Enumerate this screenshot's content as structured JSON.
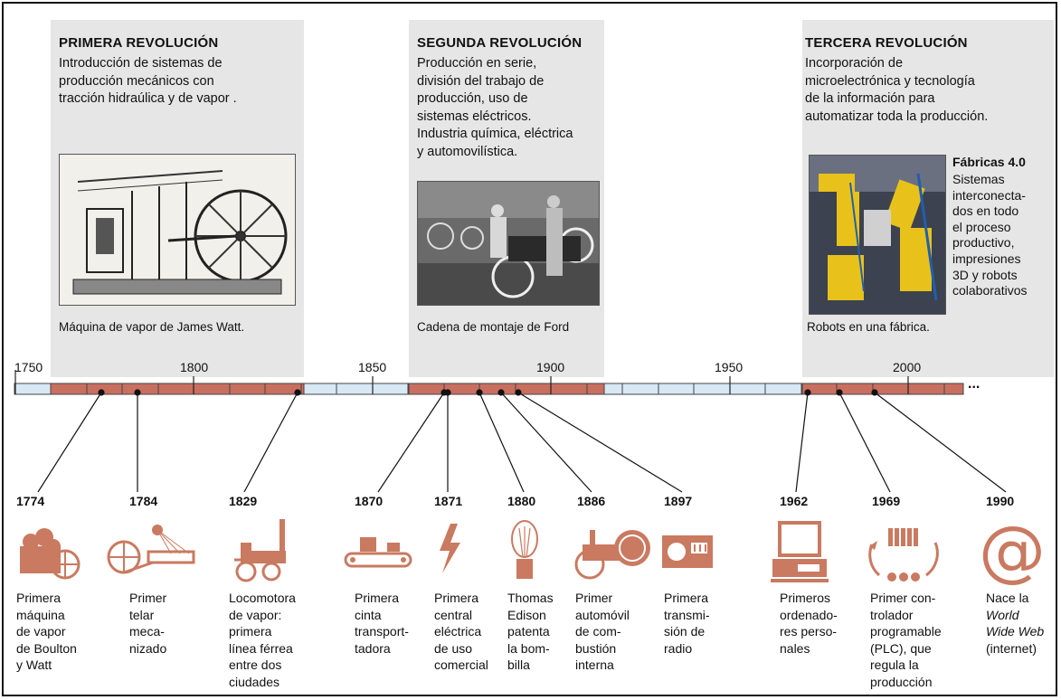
{
  "revolutions": [
    {
      "title": "PRIMERA REVOLUCIÓN",
      "description": "Introducción de sistemas de\nproducción mecánicos con\ntracción hidraúlica y de vapor .",
      "caption": "Máquina de vapor de James Watt."
    },
    {
      "title": "SEGUNDA REVOLUCIÓN",
      "description": "Producción en serie,\ndivisión del trabajo de\nproducción, uso de\nsistemas eléctricos.\nIndustria química, eléctrica\ny automovilística.",
      "caption": "Cadena de montaje de Ford"
    },
    {
      "title": "TERCERA REVOLUCIÓN",
      "description": "Incorporación de\nmicroelectrónica y tecnología\nde la información para\nautomatizar toda la producción.",
      "caption": "Robots en una fábrica."
    }
  ],
  "factories": {
    "title": "Fábricas 4.0",
    "text": "Sistemas\ninterconecta-\ndos en todo\nel proceso\nproductivo,\nimpresiones\n3D y robots\ncolaborativos"
  },
  "axis": {
    "labels": [
      "1750",
      "1800",
      "1850",
      "1900",
      "1950",
      "2000"
    ],
    "continuation": "..."
  },
  "events": [
    {
      "year": "1774",
      "text": "Primera\nmáquina\nde vapor\nde Boulton\ny Watt",
      "icon": "steam-engine-icon"
    },
    {
      "year": "1784",
      "text": "Primer\ntelar\nmeca-\nnizado",
      "icon": "loom-icon"
    },
    {
      "year": "1829",
      "text": "Locomotora\nde vapor:\nprimera\nlínea férrea\nentre dos\nciudades",
      "icon": "locomotive-icon"
    },
    {
      "year": "1870",
      "text": "Primera\ncinta\ntransport-\ntadora",
      "icon": "conveyor-belt-icon"
    },
    {
      "year": "1871",
      "text": "Primera\ncentral\neléctrica\nde uso\ncomercial",
      "icon": "lightning-icon"
    },
    {
      "year": "1880",
      "text": "Thomas\nEdison\npatenta\nla bom-\nbilla",
      "icon": "light-bulb-icon"
    },
    {
      "year": "1886",
      "text": "Primer\nautomóvil\nde com-\nbustión\ninterna",
      "icon": "automobile-icon"
    },
    {
      "year": "1897",
      "text": "Primera\ntransmi-\nsión de\nradio",
      "icon": "radio-icon"
    },
    {
      "year": "1962",
      "text": "Primeros\nordenado-\nres perso-\nnales",
      "icon": "computer-icon"
    },
    {
      "year": "1969",
      "text": "Primer con-\ntrolador\nprogramable\n(PLC), que\nregula la\nproducción",
      "icon": "plc-icon"
    },
    {
      "year": "1990",
      "text_plain_1": "Nace la",
      "text_italic": "World\nWide Web",
      "text_plain_2": "(internet)",
      "icon": "at-sign-icon"
    }
  ],
  "colors": {
    "band": "#e6e6e6",
    "revolution_segment": "#c96f60",
    "other_segment": "#d8e8f5",
    "icon": "#c97a60"
  }
}
